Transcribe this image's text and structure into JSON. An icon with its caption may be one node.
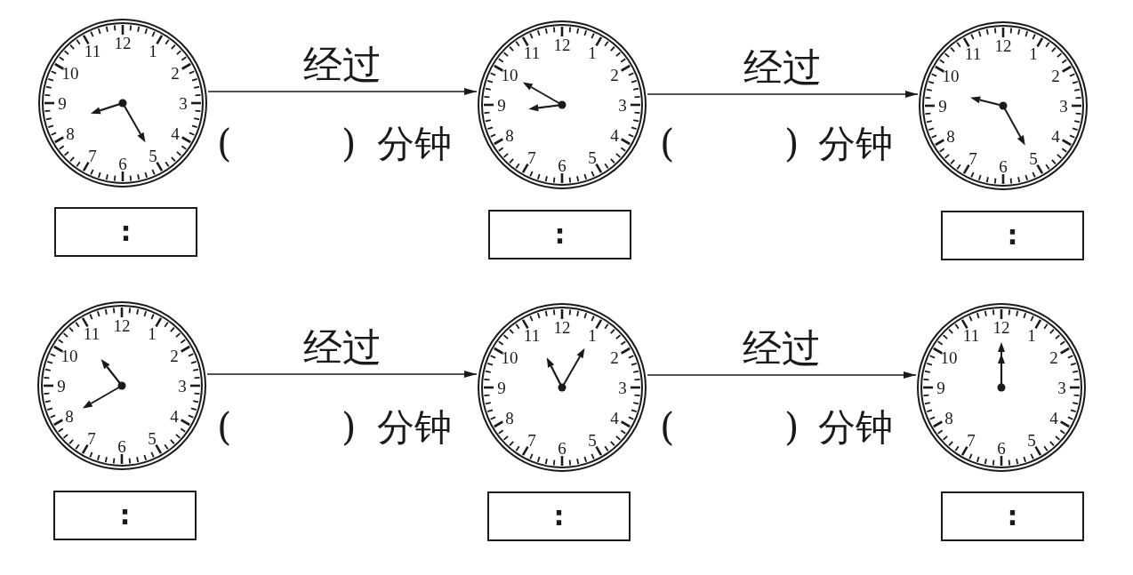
{
  "diagram": {
    "nodes": [
      {
        "text": [
          "12",
          "1",
          "2",
          "3",
          "4",
          "5",
          "6",
          "7",
          "8",
          "9",
          "10",
          "11"
        ]
      },
      {
        "text": [
          "12",
          "1",
          "2",
          "3",
          "4",
          "5",
          "6",
          "7",
          "8",
          "9",
          "10",
          "11"
        ]
      },
      {
        "text": [
          "12",
          "1",
          "2",
          "3",
          "4",
          "5",
          "6",
          "7",
          "8",
          "9",
          "10",
          "11"
        ]
      },
      {
        "text": [
          ":"
        ]
      },
      {
        "text": [
          ":"
        ]
      },
      {
        "text": [
          ":"
        ]
      },
      {
        "text": [
          "12",
          "1",
          "2",
          "3",
          "4",
          "5",
          "6",
          "7",
          "8",
          "9",
          "10",
          "11"
        ]
      },
      {
        "text": [
          "12",
          "1",
          "2",
          "3",
          "4",
          "5",
          "6",
          "7",
          "8",
          "9",
          "10",
          "11"
        ]
      },
      {
        "text": [
          "12",
          "1",
          "2",
          "3",
          "4",
          "5",
          "6",
          "7",
          "8",
          "9",
          "10",
          "11"
        ]
      },
      {
        "text": [
          ":"
        ]
      },
      {
        "text": [
          ":"
        ]
      },
      {
        "text": [
          ":"
        ]
      }
    ],
    "edges": [
      {
        "from": 0,
        "to": 1,
        "arrow": "to",
        "label": "经过"
      },
      {
        "from": 1,
        "to": 2,
        "arrow": "to",
        "label": "经过"
      },
      {
        "from": 6,
        "to": 7,
        "arrow": "to",
        "label": "经过"
      },
      {
        "from": 7,
        "to": 8,
        "arrow": "to",
        "label": "经过"
      }
    ],
    "labels": [
      "(",
      ")",
      "分钟",
      "(",
      ")",
      "分钟",
      "(",
      ")",
      "分钟",
      "(",
      ")",
      "分钟"
    ]
  }
}
